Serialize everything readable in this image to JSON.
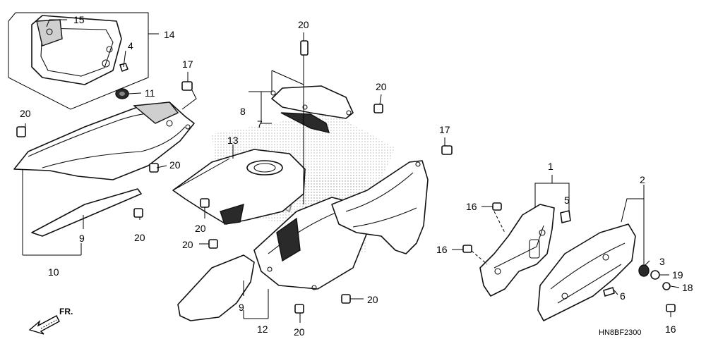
{
  "diagram_code": "HN8BF2300",
  "front_indicator": "FR.",
  "callouts": {
    "c1": "1",
    "c2": "2",
    "c3": "3",
    "c4": "4",
    "c5": "5",
    "c6": "6",
    "c7": "7",
    "c8": "8",
    "c9a": "9",
    "c9b": "9",
    "c10": "10",
    "c11": "11",
    "c12": "12",
    "c13": "13",
    "c14": "14",
    "c15": "15",
    "c16a": "16",
    "c16b": "16",
    "c16c": "16",
    "c17a": "17",
    "c17b": "17",
    "c18": "18",
    "c19": "19",
    "c20a": "20",
    "c20b": "20",
    "c20c": "20",
    "c20d": "20",
    "c20e": "20",
    "c20f": "20",
    "c20g": "20",
    "c20h": "20",
    "c20i": "20"
  }
}
